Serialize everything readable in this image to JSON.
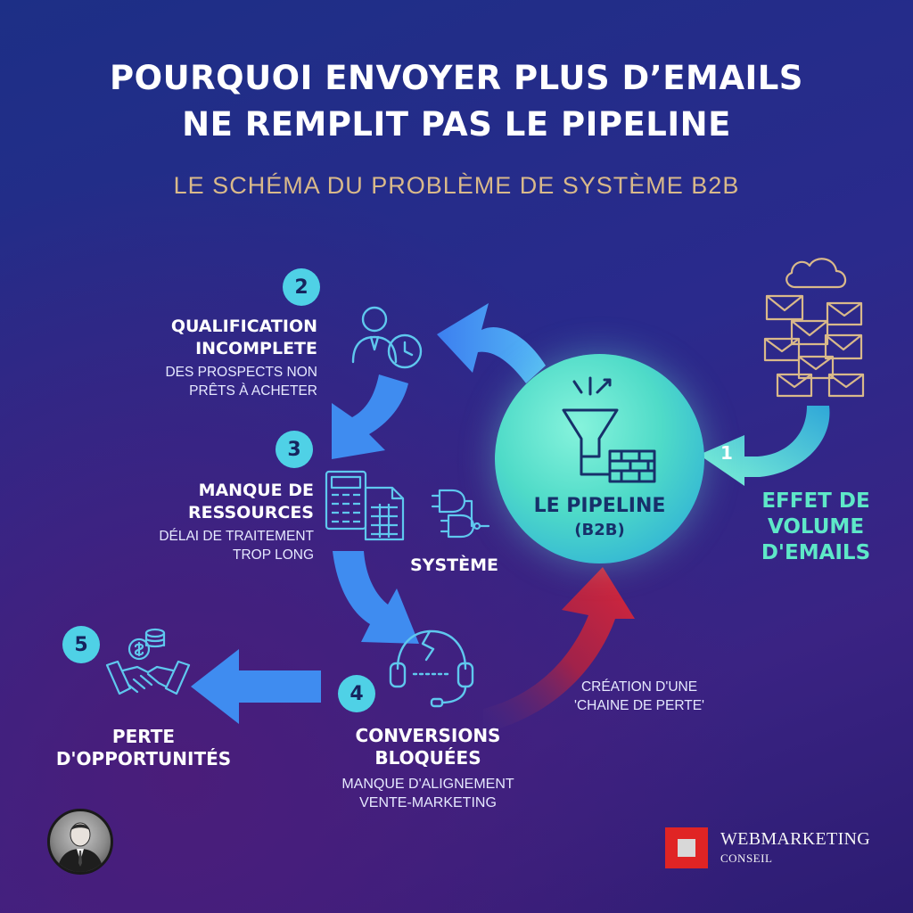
{
  "title": {
    "line1": "POURQUOI ENVOYER PLUS D’EMAILS",
    "line2": "NE REMPLIT PAS LE PIPELINE"
  },
  "subtitle": "LE SCHÉMA DU PROBLÈME DE SYSTÈME B2B",
  "center": {
    "line1": "LE PIPELINE",
    "line2": "(B2B)"
  },
  "steps": [
    {
      "number": "1",
      "heading_line1": "EFFET DE",
      "heading_line2": "VOLUME",
      "heading_line3": "D'EMAILS",
      "icon": "cloud-envelopes-icon"
    },
    {
      "number": "2",
      "heading_line1": "QUALIFICATION",
      "heading_line2": "INCOMPLETE",
      "desc_line1": "DES PROSPECTS NON",
      "desc_line2": "PRÊTS À ACHETER",
      "icon": "person-clock-icon"
    },
    {
      "number": "3",
      "heading_line1": "MANQUE DE",
      "heading_line2": "RESSOURCES",
      "desc_line1": "DÉLAI DE TRAITEMENT",
      "desc_line2": "TROP LONG",
      "icon": "calculator-spreadsheet-icon"
    },
    {
      "number": "4",
      "heading_line1": "CONVERSIONS",
      "heading_line2": "BLOQUÉES",
      "desc_line1": "MANQUE D'ALIGNEMENT",
      "desc_line2": "VENTE-MARKETING",
      "icon": "broken-headset-icon"
    },
    {
      "number": "5",
      "heading_line1": "PERTE",
      "heading_line2": "D'OPPORTUNITÉS",
      "icon": "handshake-money-icon"
    }
  ],
  "system_label": "SYSTÈME",
  "loss_chain": {
    "line1": "CRÉATION D'UNE",
    "line2": "'CHAINE DE PERTE'"
  },
  "brand": {
    "line1": "WEBMARKETING",
    "line2": "CONSEIL",
    "color": "#e02424"
  },
  "colors": {
    "badge": "#4fd1e6",
    "arrow_blue": "#3f8cf0",
    "arrow_red": "#c8233a",
    "accent_green": "#5ee8c8",
    "subtitle_gold": "#d9b98a"
  }
}
